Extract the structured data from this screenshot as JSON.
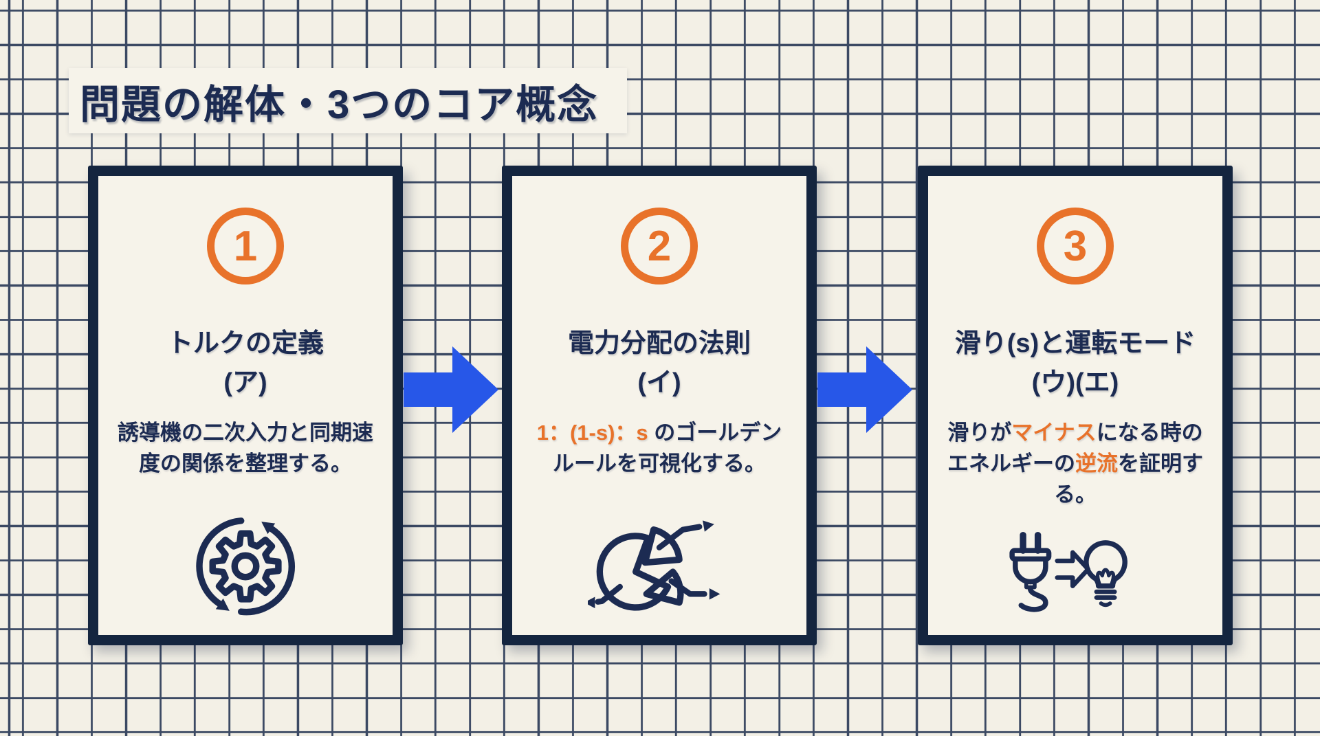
{
  "title": "問題の解体・3つのコア概念",
  "colors": {
    "background": "#f3f0e6",
    "grid_line": "#3b4963",
    "panel_bg": "#f6f3ea",
    "navy_text": "#1c2b52",
    "card_border": "#14253f",
    "accent_orange": "#e8722a",
    "arrow_blue": "#2757e8"
  },
  "cards": [
    {
      "number": "1",
      "title": "トルクの定義",
      "subtitle": "(ア)",
      "body": [
        {
          "text": "誘導機の二次入力と同期速度の関係を整理する。",
          "highlight": false
        }
      ],
      "icon": "gear-cycle-icon"
    },
    {
      "number": "2",
      "title": "電力分配の法則",
      "subtitle": "(イ)",
      "body": [
        {
          "text": "1：(1-s)：s",
          "highlight": true
        },
        {
          "text": " のゴールデンルールを可視化する。",
          "highlight": false
        }
      ],
      "icon": "pie-distribution-icon"
    },
    {
      "number": "3",
      "title": "滑り(s)と運転モード",
      "subtitle": "(ウ)(エ)",
      "body": [
        {
          "text": "滑りが",
          "highlight": false
        },
        {
          "text": "マイナス",
          "highlight": true
        },
        {
          "text": "になる時のエネルギーの",
          "highlight": false
        },
        {
          "text": "逆流",
          "highlight": true
        },
        {
          "text": "を証明する。",
          "highlight": false
        }
      ],
      "icon": "plug-to-bulb-icon"
    }
  ],
  "arrows": [
    {
      "direction": "right"
    },
    {
      "direction": "right"
    }
  ]
}
